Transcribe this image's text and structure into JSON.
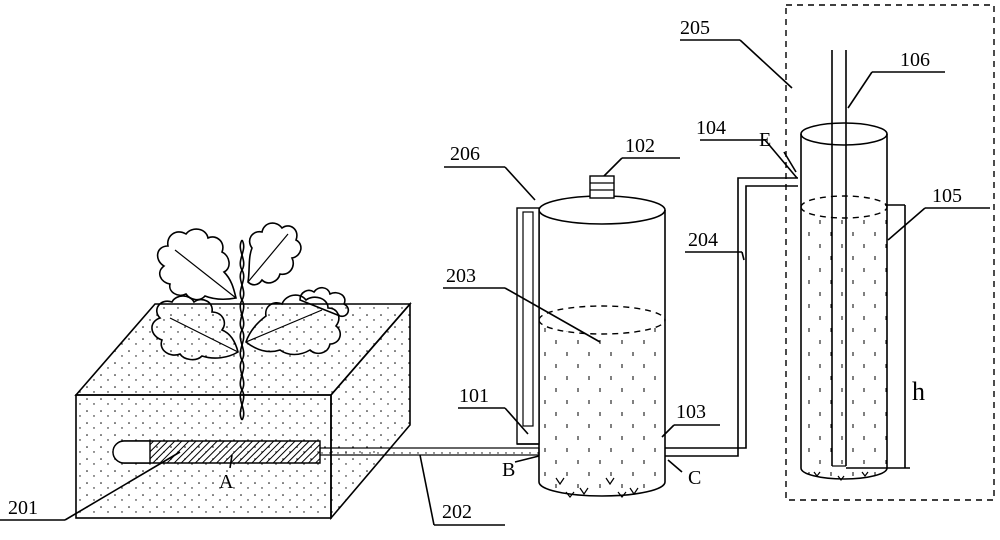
{
  "labels": {
    "l201": "201",
    "l202": "202",
    "l203": "203",
    "l204": "204",
    "l205": "205",
    "l206": "206",
    "l101": "101",
    "l102": "102",
    "l103": "103",
    "l104": "104",
    "l105": "105",
    "l106": "106",
    "A": "A",
    "B": "B",
    "C": "C",
    "E": "E",
    "h": "h"
  },
  "colors": {
    "line": "#000000",
    "background": "#ffffff",
    "probe_fill": "#444444"
  }
}
